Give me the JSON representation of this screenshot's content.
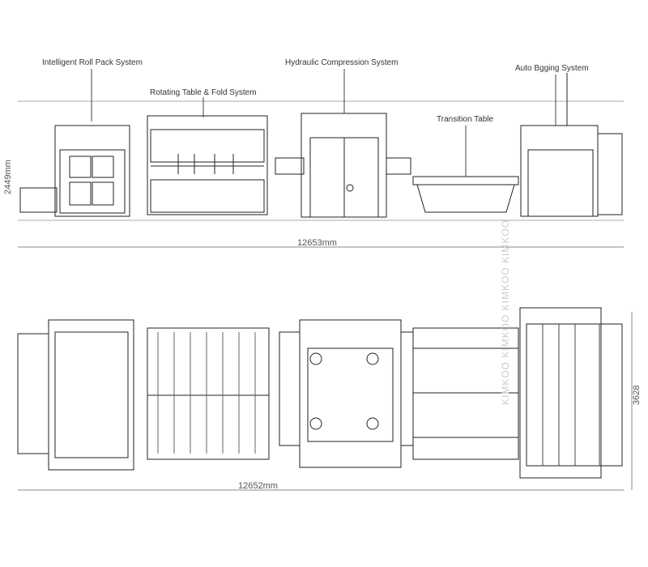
{
  "labels": {
    "roll_pack": "Intelligent Roll Pack System",
    "rotating_table": "Rotating Table & Fold System",
    "hydraulic": "Hydraulic Compression System",
    "transition": "Transition Table",
    "bagging": "Auto Bgging System"
  },
  "dimensions": {
    "height_side": "2449mm",
    "length_side": "12653mm",
    "length_top": "12652mm",
    "width_top": "3628"
  },
  "watermark": "KIMKOO KIMKOO KIMKOO KIMKOO"
}
